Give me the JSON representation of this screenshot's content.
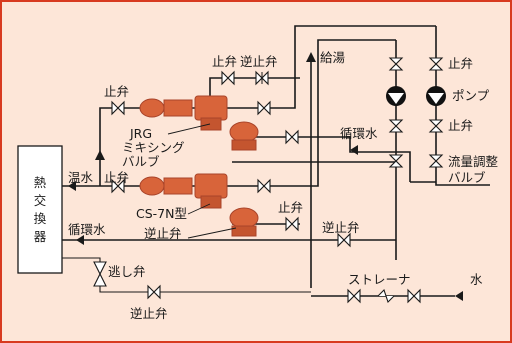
{
  "colors": {
    "background": "#fde6d8",
    "frame": "#d83a1f",
    "pipe": "#1a1a1a",
    "device_body": "#d8643a",
    "device_dark": "#a9442a",
    "pump": "#111111"
  },
  "labels": {
    "heat_exchanger": [
      "熱",
      "交",
      "換",
      "器"
    ],
    "hot_water_in": "温水",
    "return_water_left": "循環水",
    "return_water_right": "循環水",
    "hot_water_supply": "給湯",
    "water": "水",
    "strainer": "ストレーナ",
    "relief_valve": "逃し弁",
    "check_valve_top": "逆止弁",
    "check_valve_mid": "逆止弁",
    "check_valve_bottom": "逆止弁",
    "stop_valve_top1": "止弁",
    "stop_valve_top2": "止弁",
    "stop_valve_mid1": "止弁",
    "stop_valve_mid2": "止弁",
    "stop_valve_pump_top": "止弁",
    "stop_valve_pump_mid": "止弁",
    "pump": "ポンプ",
    "flow_regulator": [
      "流量調整",
      "バルブ"
    ],
    "mixing_valve_jrg": [
      "JRG",
      "ミキシング",
      "バルブ"
    ],
    "mixing_valve_cs7n": "CS-7N型",
    "check_valve_cs7n": "逆止弁"
  },
  "icons": {
    "valve": "bowtie-valve-icon",
    "check_valve": "check-valve-icon",
    "pump": "pump-icon",
    "flow": "flow-arrow-icon",
    "mixing_valve": "mixing-valve-icon",
    "strainer": "strainer-icon",
    "relief_valve": "relief-valve-icon"
  }
}
